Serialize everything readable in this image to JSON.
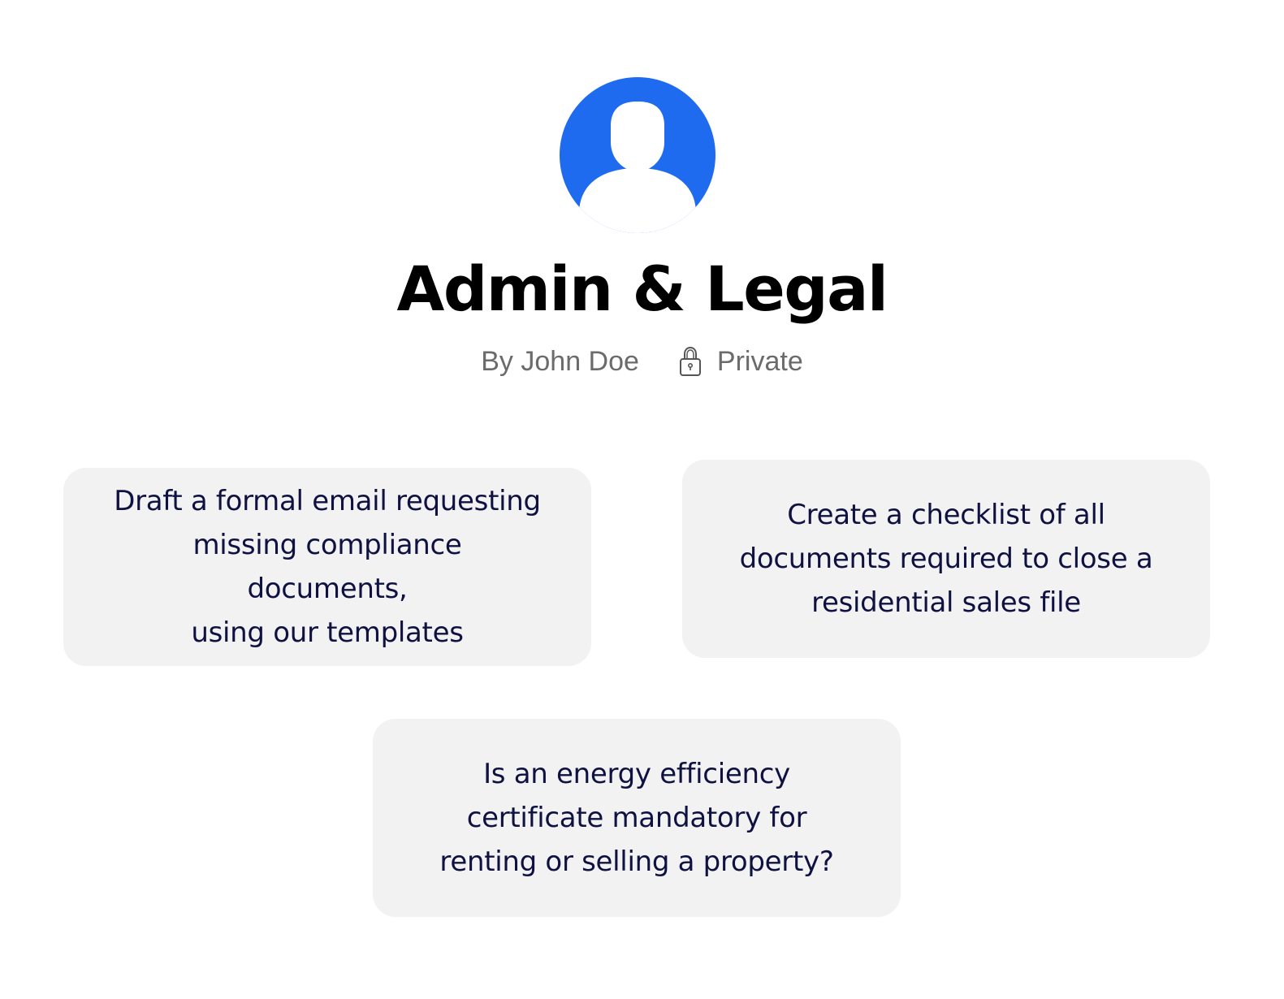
{
  "profile": {
    "avatar_icon": "user-avatar-icon",
    "avatar_color": "#1f6bf0",
    "title": "Admin & Legal",
    "author": "By John Doe",
    "visibility_icon": "lock-icon",
    "visibility": "Private"
  },
  "suggestions": [
    {
      "text": "Draft a formal email requesting\nmissing compliance\ndocuments,\nusing our templates"
    },
    {
      "text": "Create a checklist of all\ndocuments required to close a\nresidential sales file"
    },
    {
      "text": "Is an energy efficiency\ncertificate mandatory for\nrenting or selling a property?"
    }
  ],
  "colors": {
    "card_background": "#f2f2f3",
    "card_text": "#0f1140",
    "meta_text": "#6b6b6b"
  }
}
